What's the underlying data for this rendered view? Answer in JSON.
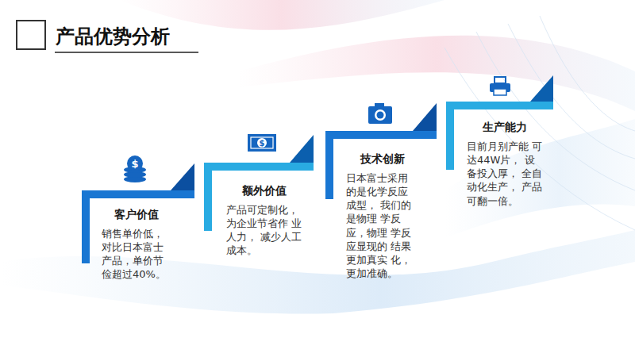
{
  "diagram": {
    "title": "产品优势分析",
    "nodes": [
      {
        "text": [
          "客户价值",
          "销售单价低， 对比日本富士 产品，单价节 俭超过40%。"
        ]
      },
      {
        "text": [
          "额外价值",
          "产品可定制化， 为企业节省作 业人力， 减少人工成本。"
        ]
      },
      {
        "text": [
          "技术创新",
          "日本富士采用 的是化学反应 成型， 我们的是物理 学反应，物理 学反应显现的 结果更加真实 化，更加准确。"
        ]
      },
      {
        "text": [
          "生产能力",
          "目前月别产能 可达44W片， 设备投入厚， 全自动化生产， 产品可翻一倍。"
        ]
      }
    ]
  }
}
